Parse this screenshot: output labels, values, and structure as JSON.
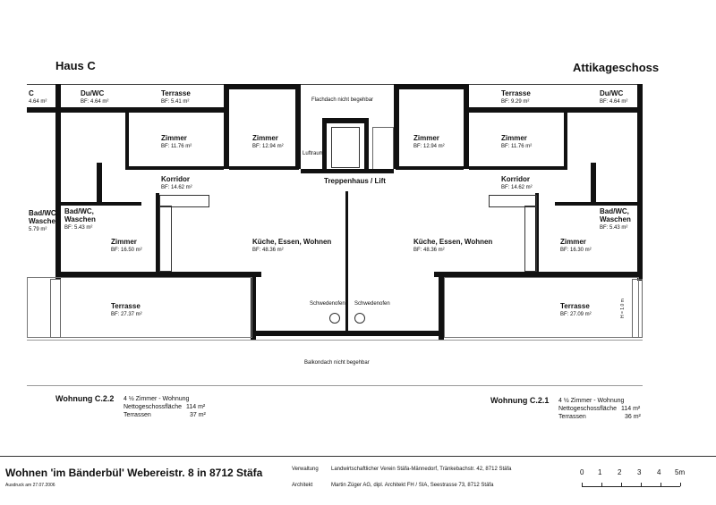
{
  "header": {
    "building": "Haus C",
    "floor": "Attikageschoss"
  },
  "rooms": {
    "c_left_edge": {
      "label": "C",
      "bf": "4.64 m²"
    },
    "duwc_left": {
      "label": "Du/WC",
      "bf": "BF:   4.64 m²"
    },
    "terrasse_top_left": {
      "label": "Terrasse",
      "bf": "BF:   5.41 m²"
    },
    "flachdach": {
      "label": "Flachdach nicht begehbar"
    },
    "terrasse_top_right": {
      "label": "Terrasse",
      "bf": "BF:   9.29 m²"
    },
    "duwc_right": {
      "label": "Du/WC",
      "bf": "BF:   4.64 m²"
    },
    "zimmer_l1": {
      "label": "Zimmer",
      "bf": "BF:   11.76 m²"
    },
    "zimmer_l2": {
      "label": "Zimmer",
      "bf": "BF:   12.94 m²"
    },
    "luftraum": {
      "label": "Luftraum"
    },
    "zimmer_r2": {
      "label": "Zimmer",
      "bf": "BF:   12.94 m²"
    },
    "zimmer_r1": {
      "label": "Zimmer",
      "bf": "BF:   11.76 m²"
    },
    "korridor_left": {
      "label": "Korridor",
      "bf": "BF:   14.62 m²"
    },
    "treppenhaus": {
      "label": "Treppenhaus / Lift"
    },
    "korridor_right": {
      "label": "Korridor",
      "bf": "BF:   14.62 m²"
    },
    "badwc_edge_left": {
      "label": "Bad/WC,",
      "label2": "Waschen",
      "bf": "5.79 m²"
    },
    "badwc_left": {
      "label": "Bad/WC,",
      "label2": "Waschen",
      "bf": "BF:   5.43 m²"
    },
    "badwc_right": {
      "label": "Bad/WC,",
      "label2": "Waschen",
      "bf": "BF:   5.43 m²"
    },
    "zimmer_l3": {
      "label": "Zimmer",
      "bf": "BF:   16.50 m²"
    },
    "kueche_left": {
      "label": "Küche, Essen, Wohnen",
      "bf": "BF:   48.36 m²"
    },
    "kueche_right": {
      "label": "Küche, Essen, Wohnen",
      "bf": "BF:   48.36 m²"
    },
    "zimmer_r3": {
      "label": "Zimmer",
      "bf": "BF:   16.30 m²"
    },
    "schwedenofen_left": {
      "label": "Schwedenofen"
    },
    "schwedenofen_right": {
      "label": "Schwedenofen"
    },
    "terrasse_bottom_left": {
      "label": "Terrasse",
      "bf": "BF:   27.37 m²"
    },
    "terrasse_bottom_right": {
      "label": "Terrasse",
      "bf": "BF:   27.09 m²"
    },
    "hoehe": {
      "label": "H = 1.0 m"
    },
    "balkondach": {
      "label": "Balkondach nicht begehbar"
    }
  },
  "units": [
    {
      "name": "Wohnung C.2.2",
      "type": "4 ½ Zimmer - Wohnung",
      "area_label": "Nettogeschossfläche",
      "area": "114 m²",
      "terr_label": "Terrassen",
      "terr": "37 m²"
    },
    {
      "name": "Wohnung C.2.1",
      "type": "4 ½ Zimmer - Wohnung",
      "area_label": "Nettogeschossfläche",
      "area": "114 m²",
      "terr_label": "Terrassen",
      "terr": "36 m²"
    }
  ],
  "footer": {
    "project": "Wohnen 'im Bänderbül' Webereistr. 8 in 8712 Stäfa",
    "print_date": "Ausdruck am 27.07.2006",
    "verwaltung_label": "Verwaltung",
    "verwaltung": "Landwirtschaftlicher Verein Stäfa-Männedorf, Tränkebachstr. 42, 8712 Stäfa",
    "architekt_label": "Architekt",
    "architekt": "Martin Züger AG,  dipl. Architekt FH / SIA,  Seestrasse 73,  8712 Stäfa",
    "scale": [
      "0",
      "1",
      "2",
      "3",
      "4",
      "5m"
    ]
  }
}
